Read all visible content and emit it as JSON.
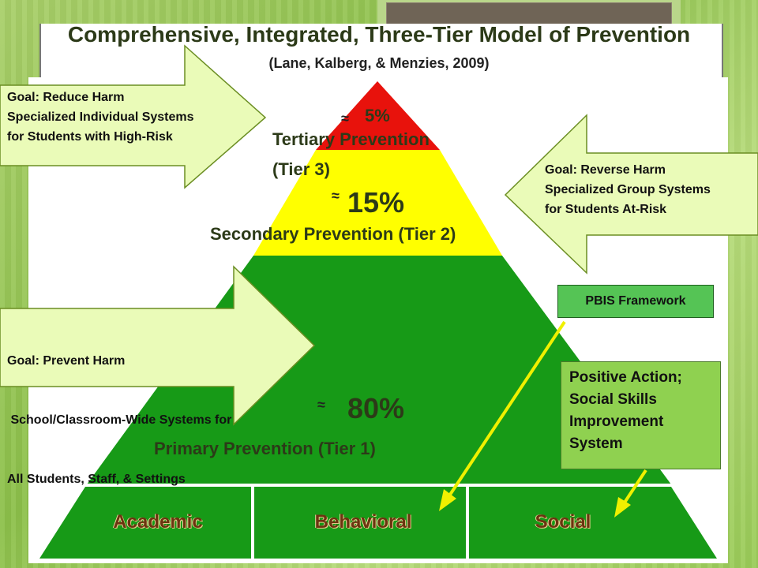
{
  "header": {
    "title": "Comprehensive, Integrated, Three-Tier Model of Prevention",
    "citation": "(Lane, Kalberg, & Menzies, 2009)"
  },
  "pyramid": {
    "tier3": {
      "approx": "≈",
      "percent": "5%",
      "label_line1": "Tertiary Prevention",
      "label_line2": "(Tier 3)",
      "color": "#e8120c"
    },
    "tier2": {
      "approx": "≈",
      "percent": "15%",
      "label": "Secondary Prevention (Tier 2)",
      "color": "#ffff00"
    },
    "tier1": {
      "approx": "≈",
      "percent": "80%",
      "label": "Primary Prevention (Tier 1)",
      "color": "#179a17"
    }
  },
  "goals": {
    "tier3": {
      "line1": "Goal: Reduce Harm",
      "line2": "Specialized Individual Systems",
      "line3": "for Students with High-Risk"
    },
    "tier2": {
      "line1": "Goal: Reverse Harm",
      "line2": "Specialized Group Systems",
      "line3": "for Students At-Risk"
    },
    "tier1": {
      "line1": "Goal: Prevent Harm",
      "line2": " School/Classroom-Wide Systems for",
      "line3": "All Students, Staff, & Settings"
    }
  },
  "frameworks": {
    "pbis": "PBIS Framework",
    "positive_action_line1": "Positive Action;",
    "positive_action_line2": "Social Skills",
    "positive_action_line3": "Improvement",
    "positive_action_line4": "System"
  },
  "domains": [
    "Academic",
    "Behavioral",
    "Social"
  ],
  "colors": {
    "arrow_fill": "#eafbb8",
    "arrow_stroke": "#6b8e23",
    "pointer_arrow": "#f0f000"
  }
}
